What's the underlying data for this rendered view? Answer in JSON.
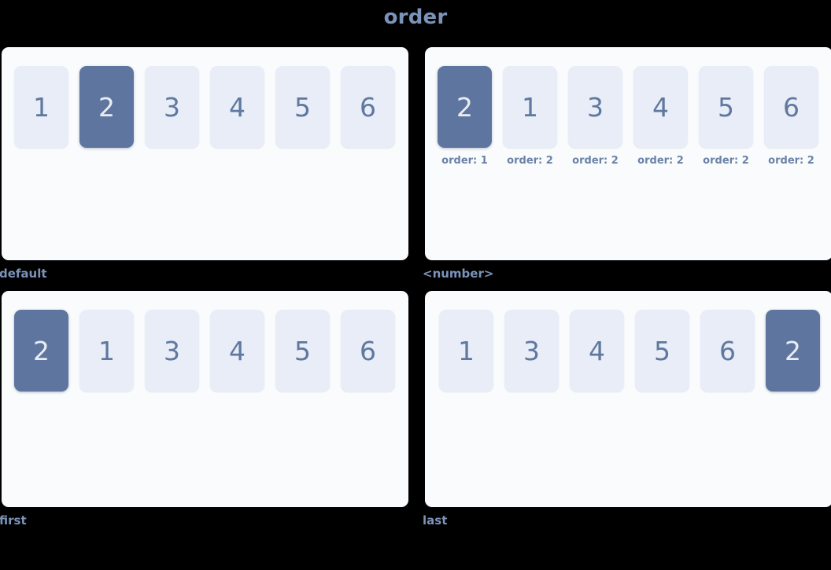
{
  "title": "order",
  "colors": {
    "background": "#000000",
    "title": "#7b93b8",
    "panel": "#f9fbfd",
    "card": "#e8edf7",
    "card_text": "#5f789f",
    "card_highlight": "#5e769f",
    "card_highlight_text": "#e9edf3",
    "caption": "#7b93b8",
    "note": "#6a82a6"
  },
  "demos": [
    {
      "caption": "default",
      "cards": [
        {
          "label": "1",
          "highlight": false,
          "note": ""
        },
        {
          "label": "2",
          "highlight": true,
          "note": ""
        },
        {
          "label": "3",
          "highlight": false,
          "note": ""
        },
        {
          "label": "4",
          "highlight": false,
          "note": ""
        },
        {
          "label": "5",
          "highlight": false,
          "note": ""
        },
        {
          "label": "6",
          "highlight": false,
          "note": ""
        }
      ]
    },
    {
      "caption": "<number>",
      "cards": [
        {
          "label": "2",
          "highlight": true,
          "note": "order: 1"
        },
        {
          "label": "1",
          "highlight": false,
          "note": "order: 2"
        },
        {
          "label": "3",
          "highlight": false,
          "note": "order: 2"
        },
        {
          "label": "4",
          "highlight": false,
          "note": "order: 2"
        },
        {
          "label": "5",
          "highlight": false,
          "note": "order: 2"
        },
        {
          "label": "6",
          "highlight": false,
          "note": "order: 2"
        }
      ]
    },
    {
      "caption": "first",
      "cards": [
        {
          "label": "2",
          "highlight": true,
          "note": ""
        },
        {
          "label": "1",
          "highlight": false,
          "note": ""
        },
        {
          "label": "3",
          "highlight": false,
          "note": ""
        },
        {
          "label": "4",
          "highlight": false,
          "note": ""
        },
        {
          "label": "5",
          "highlight": false,
          "note": ""
        },
        {
          "label": "6",
          "highlight": false,
          "note": ""
        }
      ]
    },
    {
      "caption": "last",
      "cards": [
        {
          "label": "1",
          "highlight": false,
          "note": ""
        },
        {
          "label": "3",
          "highlight": false,
          "note": ""
        },
        {
          "label": "4",
          "highlight": false,
          "note": ""
        },
        {
          "label": "5",
          "highlight": false,
          "note": ""
        },
        {
          "label": "6",
          "highlight": false,
          "note": ""
        },
        {
          "label": "2",
          "highlight": true,
          "note": ""
        }
      ]
    }
  ]
}
